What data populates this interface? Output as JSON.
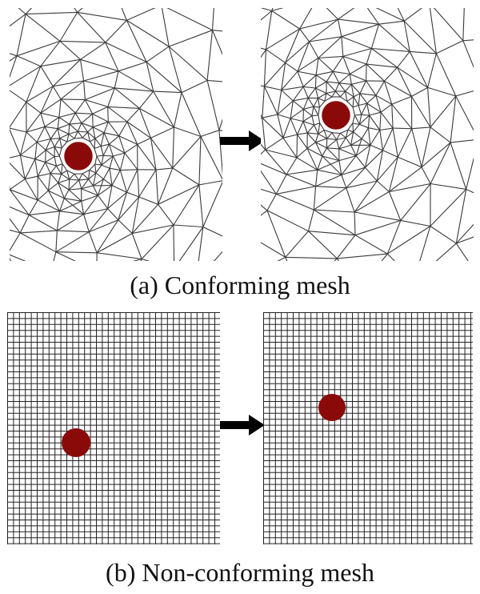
{
  "colors": {
    "mesh_line": "#3a3a3a",
    "grid_line": "#222222",
    "particle": "#8a0a0a",
    "particle_outline": "#ffffff",
    "arrow": "#000000"
  },
  "captions": {
    "conforming": "(a) Conforming mesh",
    "non_conforming": "(b) Non-conforming mesh"
  },
  "icons": {
    "transition_arrow": "right-arrow"
  }
}
